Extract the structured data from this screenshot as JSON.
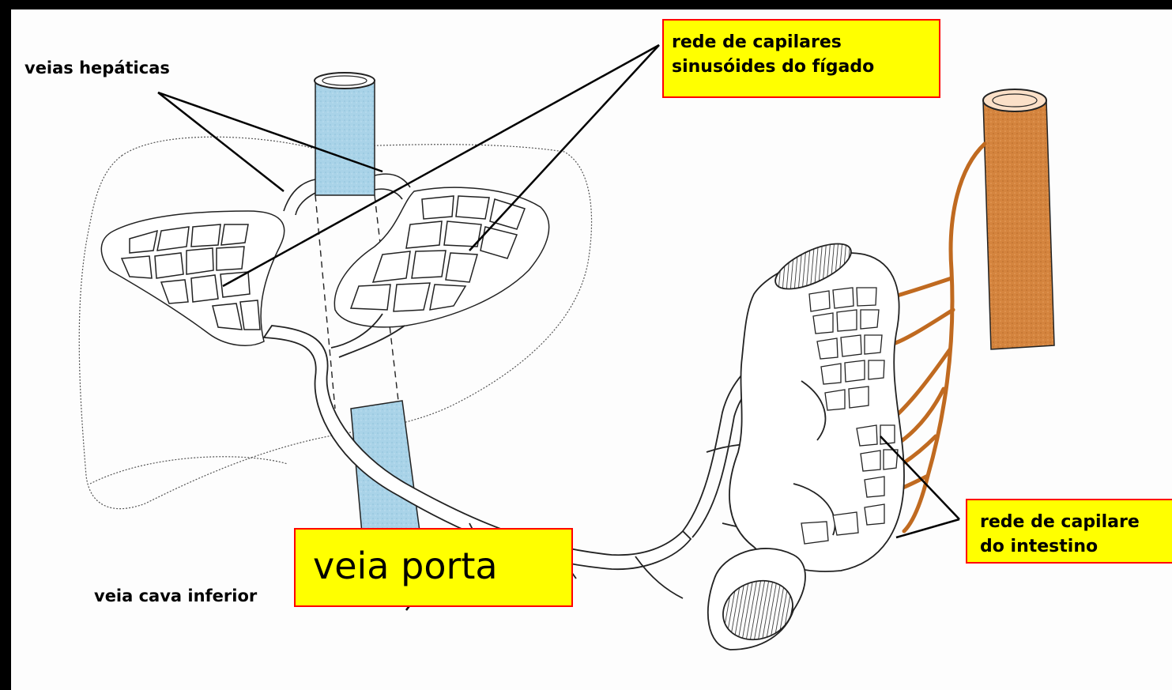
{
  "labels": {
    "hepatic_veins": "veias hepáticas",
    "inferior_vena_cava": "veia cava inferior",
    "liver_capillaries": [
      "rede de capilares",
      "sinusóides do fígado"
    ],
    "intestine_capillaries": [
      "rede de capilare",
      "do intestino"
    ],
    "portal_vein": "veia porta"
  },
  "colors": {
    "background": "#000000",
    "drawing_paper": "#fdfdfd",
    "label_box_fill": "#ffff00",
    "label_box_border": "#ff0000",
    "vena_cava_blue": "#a9d3e8",
    "aorta_orange": "#d4843e",
    "outline": "#222222"
  }
}
